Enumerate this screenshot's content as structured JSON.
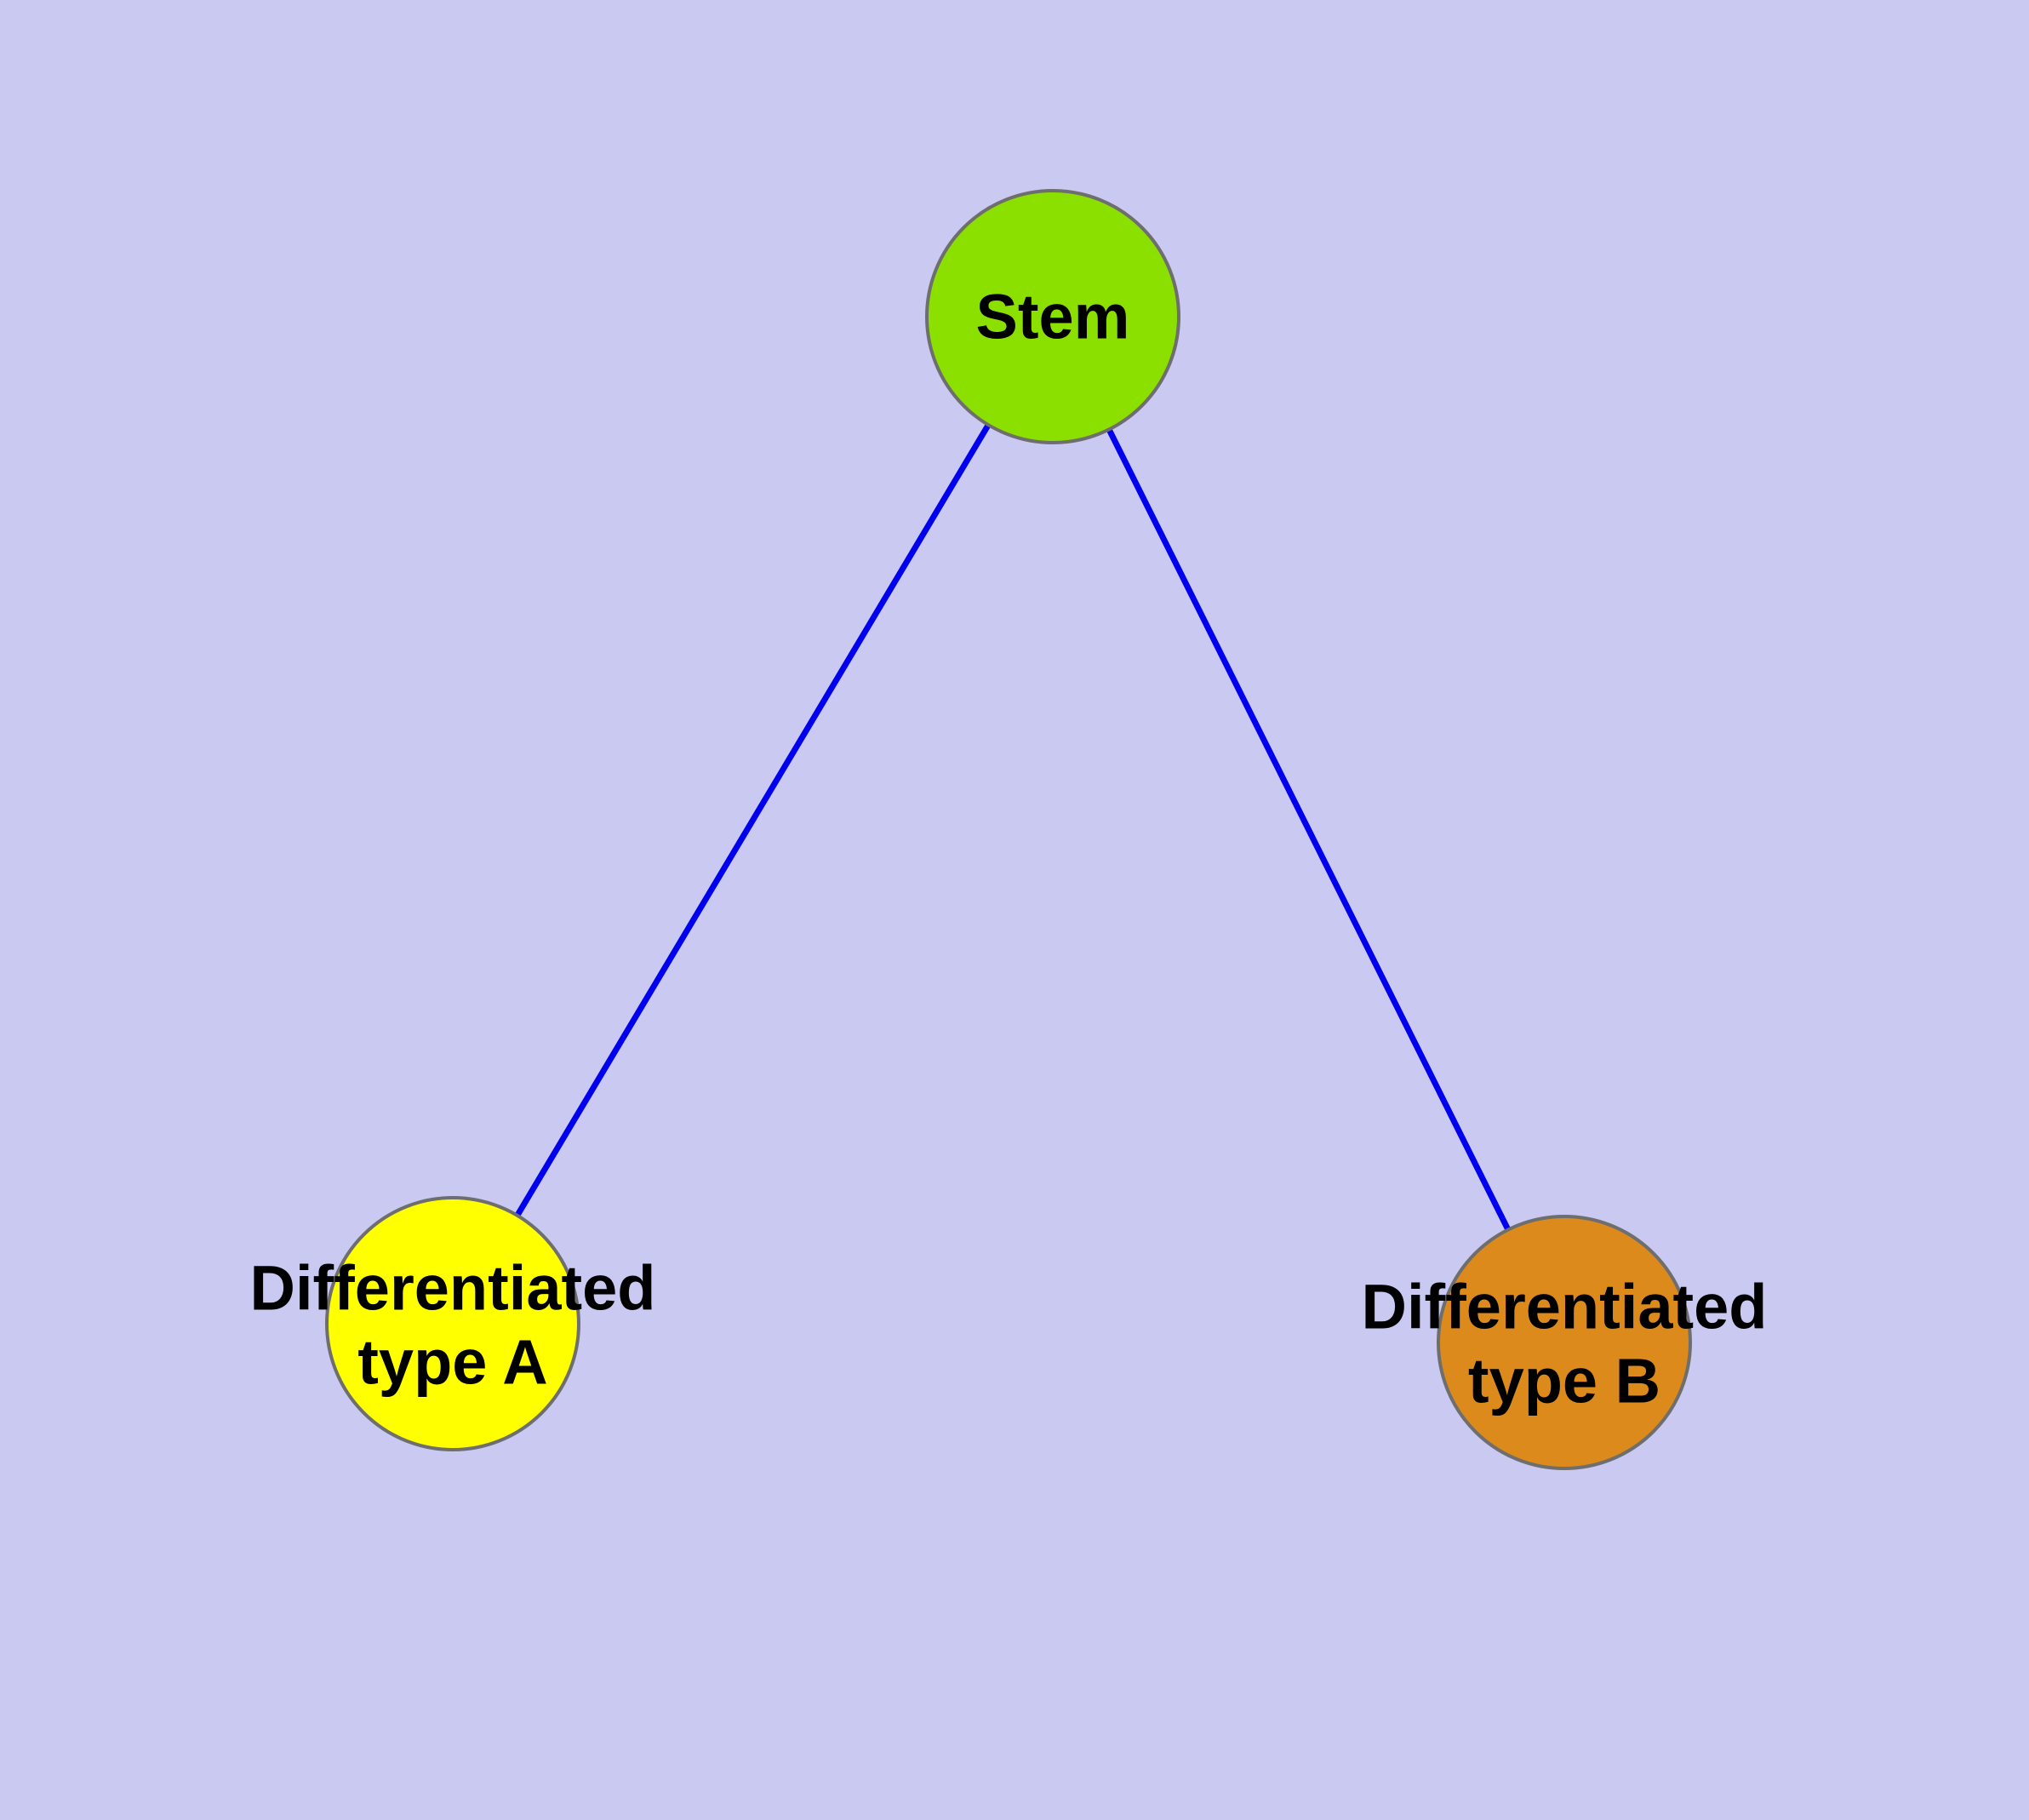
{
  "background_color": "#c9c9f2",
  "edge_color": "#0000ee",
  "node_border_color": "#6e6e6e",
  "label_color": "#000000",
  "nodes": [
    {
      "id": "stem",
      "label": "Stem",
      "color": "#8ce000"
    },
    {
      "id": "type-a",
      "label": "Differentiated\ntype A",
      "color": "#ffff00"
    },
    {
      "id": "type-b",
      "label": "Differentiated\ntype B",
      "color": "#dd8a1d"
    }
  ],
  "edges": [
    {
      "from": "stem",
      "to": "type-a"
    },
    {
      "from": "stem",
      "to": "type-b"
    }
  ]
}
